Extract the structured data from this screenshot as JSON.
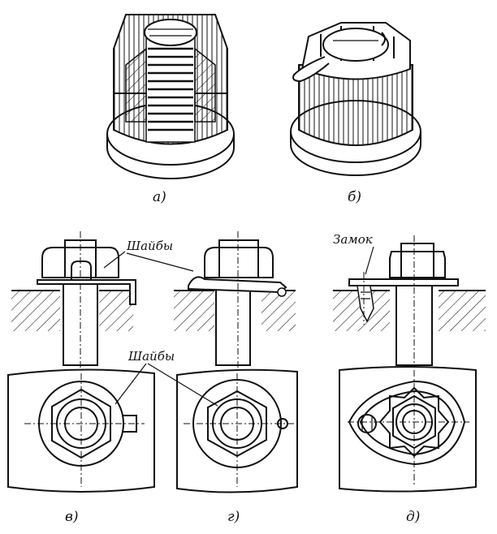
{
  "figure": {
    "labels": {
      "a": "а)",
      "b": "б)",
      "v": "в)",
      "g": "г)",
      "d": "д)"
    },
    "annotations": {
      "washers_top": "Шайбы",
      "washers_mid": "Шайбы",
      "lock": "Замок"
    }
  }
}
